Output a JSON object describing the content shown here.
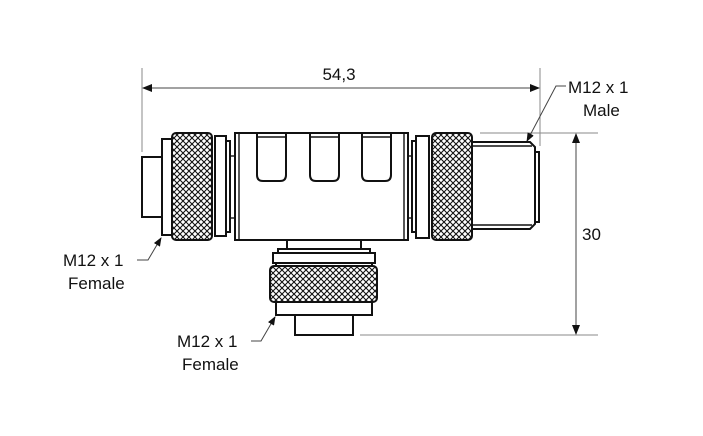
{
  "drawing": {
    "subject": "M12 T-connector dimensional drawing",
    "colors": {
      "line": "#111111",
      "dimension_line": "#8a8a8a",
      "background": "#ffffff"
    },
    "dimensions": {
      "overall_length": {
        "value": "54,3",
        "orientation": "horizontal"
      },
      "overall_height": {
        "value": "30",
        "orientation": "vertical"
      }
    },
    "callouts": {
      "male": {
        "line1": "M12 x 1",
        "line2": "Male"
      },
      "left_female": {
        "line1": "M12 x 1",
        "line2": "Female"
      },
      "bottom_female": {
        "line1": "M12 x 1",
        "line2": "Female"
      }
    }
  }
}
